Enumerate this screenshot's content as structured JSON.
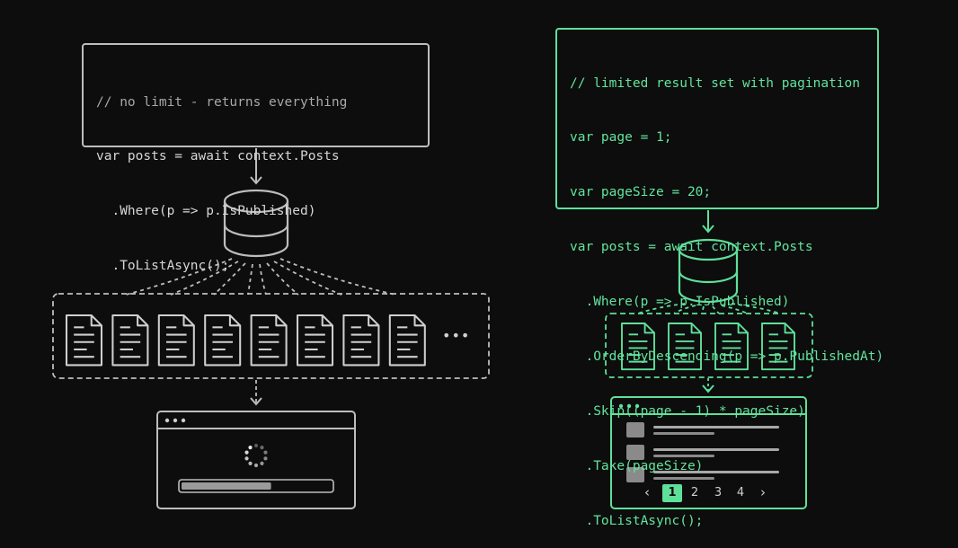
{
  "left": {
    "code_lines": [
      "// no limit - returns everything",
      "var posts = await context.Posts",
      "  .Where(p => p.IsPublished)",
      "  .ToListAsync();"
    ],
    "document_count": 8,
    "more_indicator": "•••",
    "progress": 0.6
  },
  "right": {
    "code_lines": [
      "// limited result set with pagination",
      "var page = 1;",
      "var pageSize = 20;",
      "var posts = await context.Posts",
      "  .Where(p => p.IsPublished)",
      "  .OrderByDescending(p => p.PublishedAt)",
      "  .Skip((page - 1) * pageSize)",
      "  .Take(pageSize)",
      "  .ToListAsync();"
    ],
    "document_count": 4,
    "list_rows": 3,
    "pagination": {
      "prev": "‹",
      "next": "›",
      "pages": [
        "1",
        "2",
        "3",
        "4"
      ],
      "active": "1"
    }
  },
  "colors": {
    "neutral": "#bdbdbd",
    "accent": "#5fe09a",
    "background": "#0d0d0d"
  }
}
